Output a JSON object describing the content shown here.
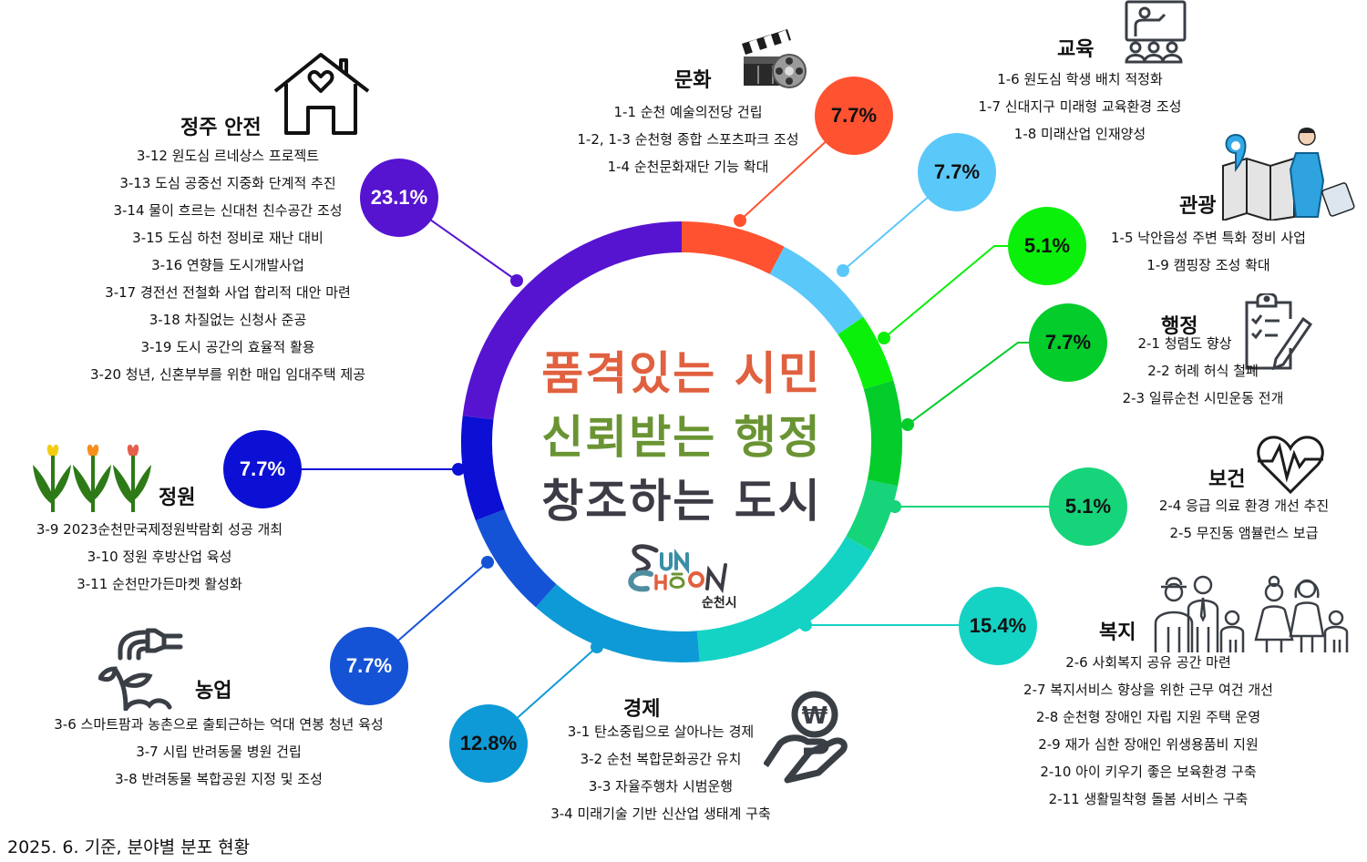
{
  "center": {
    "slogan_line1": "품격있는 시민",
    "slogan_line2": "신뢰받는 행정",
    "slogan_line3": "창조하는 도시",
    "slogan_colors": [
      "#e0603f",
      "#6a9433",
      "#3d3b45"
    ],
    "logo_text": "SUNCHEON",
    "logo_sub": "순천시"
  },
  "footer": "2025. 6. 기준, 분야별 분포 현황",
  "categories": {
    "culture": {
      "title": "문화",
      "percent": "7.7%",
      "color": "#ff5230",
      "text_color": "#111111",
      "items": [
        "1-1 순천 예술의전당 건립",
        "1-2, 1-3 순천형 종합 스포츠파크 조성",
        "1-4 순천문화재단 기능 확대"
      ]
    },
    "education": {
      "title": "교육",
      "percent": "7.7%",
      "color": "#5bc8fa",
      "text_color": "#111111",
      "items": [
        "1-6 원도심 학생 배치 적정화",
        "1-7 신대지구 미래형 교육환경 조성",
        "1-8 미래산업 인재양성"
      ]
    },
    "tourism": {
      "title": "관광",
      "percent": "5.1%",
      "color": "#0af00a",
      "text_color": "#111111",
      "items": [
        "1-5 낙안읍성 주변 특화 정비 사업",
        "1-9 캠핑장 조성 확대"
      ]
    },
    "administration": {
      "title": "행정",
      "percent": "7.7%",
      "color": "#03cc2b",
      "text_color": "#111111",
      "items": [
        "2-1 청렴도 향상",
        "2-2 허례 허식 철폐",
        "2-3 일류순천 시민운동 전개"
      ]
    },
    "health": {
      "title": "보건",
      "percent": "5.1%",
      "color": "#16d47a",
      "text_color": "#111111",
      "items": [
        "2-4 응급 의료 환경 개선 추진",
        "2-5 무진동 앰뷸런스 보급"
      ]
    },
    "welfare": {
      "title": "복지",
      "percent": "15.4%",
      "color": "#14d3c4",
      "text_color": "#111111",
      "items": [
        "2-6 사회복지 공유 공간 마련",
        "2-7 복지서비스 향상을 위한 근무 여건 개선",
        "2-8 순천형 장애인 자립 지원 주택 운영",
        "2-9 재가 심한 장애인 위생용품비 지원",
        "2-10 아이 키우기 좋은 보육환경 구축",
        "2-11 생활밀착형 돌봄 서비스 구축"
      ]
    },
    "economy": {
      "title": "경제",
      "percent": "12.8%",
      "color": "#0e9ad6",
      "text_color": "#111111",
      "items": [
        "3-1 탄소중립으로 살아나는 경제",
        "3-2 순천 복합문화공간 유치",
        "3-3 자율주행차 시범운행",
        "3-4 미래기술 기반 신산업 생태계 구축"
      ]
    },
    "agriculture": {
      "title": "농업",
      "percent": "7.7%",
      "color": "#1553d6",
      "text_color": "#ffffff",
      "items": [
        "3-6 스마트팜과 농촌으로 출퇴근하는 억대 연봉 청년 육성",
        "3-7 시립 반려동물 병원 건립",
        "3-8 반려동물 복합공원 지정 및 조성"
      ]
    },
    "garden": {
      "title": "정원",
      "percent": "7.7%",
      "color": "#0c10d4",
      "text_color": "#ffffff",
      "items": [
        "3-9 2023순천만국제정원박람회 성공 개최",
        "3-10 정원 후방산업 육성",
        "3-11 순천만가든마켓 활성화"
      ]
    },
    "settlement": {
      "title": "정주 안전",
      "percent": "23.1%",
      "color": "#5614d0",
      "text_color": "#ffffff",
      "items": [
        "3-12 원도심 르네상스 프로젝트",
        "3-13 도심 공중선 지중화 단계적 추진",
        "3-14 물이 흐르는 신대천 친수공간 조성",
        "3-15 도심 하천 정비로 재난 대비",
        "3-16 연향들 도시개발사업",
        "3-17 경전선 전철화 사업 합리적 대안 마련",
        "3-18 차질없는 신청사 준공",
        "3-19 도시 공간의 효율적 활용",
        "3-20 청년, 신혼부부를 위한 매입 임대주택 제공"
      ]
    }
  },
  "chart_data": {
    "type": "pie",
    "subtype": "donut",
    "title": "분야별 분포 현황",
    "note": "2025. 6. 기준",
    "categories": [
      "문화",
      "교육",
      "관광",
      "행정",
      "보건",
      "복지",
      "경제",
      "농업",
      "정원",
      "정주 안전"
    ],
    "values": [
      7.7,
      7.7,
      5.1,
      7.7,
      5.1,
      15.4,
      12.8,
      7.7,
      7.7,
      23.1
    ],
    "colors": [
      "#ff5230",
      "#5bc8fa",
      "#0af00a",
      "#03cc2b",
      "#16d47a",
      "#14d3c4",
      "#0e9ad6",
      "#1553d6",
      "#0c10d4",
      "#5614d0"
    ],
    "unit": "%",
    "start_angle": "12 o'clock, clockwise"
  }
}
